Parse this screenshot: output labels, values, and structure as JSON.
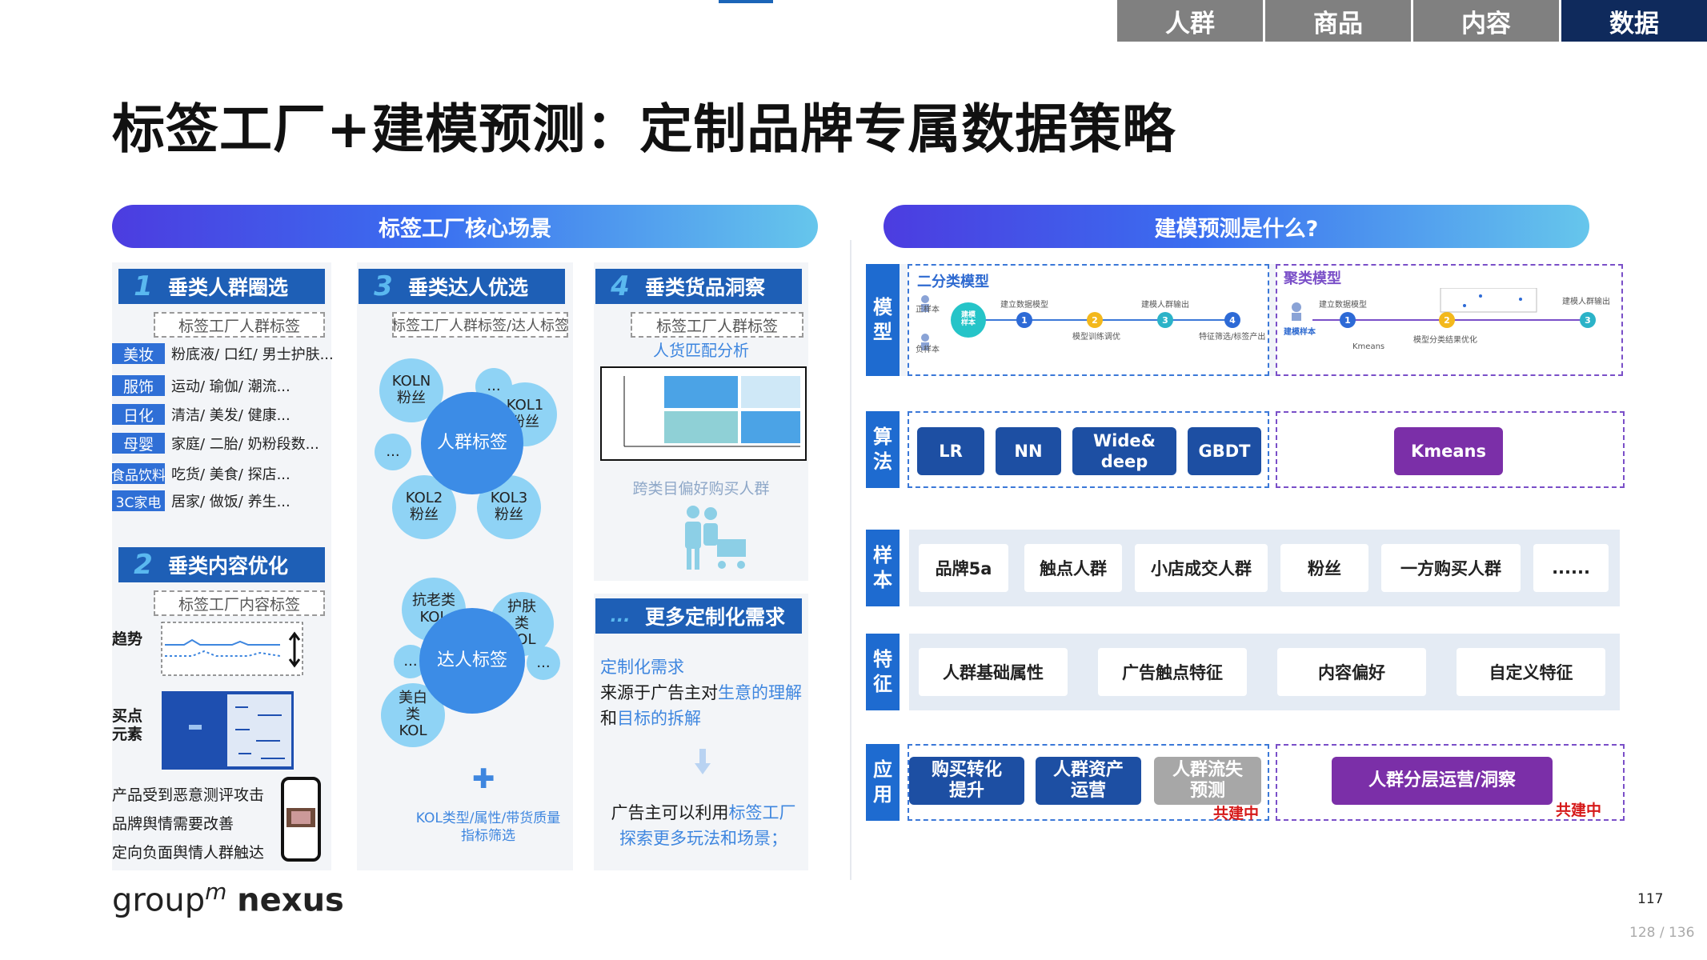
{
  "nav": {
    "tabs": [
      "人群",
      "商品",
      "内容",
      "数据"
    ],
    "active": "数据"
  },
  "title": "标签工厂+建模预测：定制品牌专属数据策略",
  "left": {
    "header": "标签工厂核心场景",
    "s1": {
      "num": "1",
      "title": "垂类人群圈选",
      "tag": "标签工厂人群标签",
      "categories": [
        {
          "tag": "美妆",
          "text": "粉底液/ 口红/ 男士护肤..."
        },
        {
          "tag": "服饰",
          "text": "运动/ 瑜伽/ 潮流..."
        },
        {
          "tag": "日化",
          "text": "清洁/ 美发/ 健康..."
        },
        {
          "tag": "母婴",
          "text": "家庭/ 二胎/ 奶粉段数..."
        },
        {
          "tag": "食品饮料",
          "text": "吃货/ 美食/ 探店..."
        },
        {
          "tag": "3C家电",
          "text": "居家/ 做饭/ 养生..."
        }
      ]
    },
    "s2": {
      "num": "2",
      "title": "垂类内容优化",
      "tag": "标签工厂内容标签",
      "trend": "趋势",
      "buy": "买点\n元素",
      "notes": [
        "产品受到恶意测评攻击",
        "品牌舆情需要改善",
        "定向负面舆情人群触达"
      ]
    },
    "s3": {
      "num": "3",
      "title": "垂类达人优选",
      "tag": "标签工厂人群标签/达人标签",
      "cluster1": {
        "center": "人群标签",
        "items": [
          "KOLN\n粉丝",
          "KOL1\n粉丝",
          "KOL2\n粉丝",
          "KOL3\n粉丝",
          "...",
          "..."
        ]
      },
      "cluster2": {
        "center": "达人标签",
        "items": [
          "抗老类\nKOL",
          "护肤\n类\nKOL",
          "美白\n类\nKOL",
          "...",
          "..."
        ]
      },
      "plus": "✚",
      "note": "KOL类型/属性/带货质量\n指标筛选"
    },
    "s4": {
      "num": "4",
      "title": "垂类货品洞察",
      "tag": "标签工厂人群标签",
      "sub": "人货匹配分析",
      "caption": "跨类目偏好购买人群"
    },
    "more": {
      "num": "...",
      "title": "更多定制化需求",
      "l1": "定制化需求",
      "l2a": "来源于广告主对",
      "l2b": "生意的理解",
      "l2c": "和",
      "l2d": "目标的拆解",
      "l3a": "广告主可以利用",
      "l3b": "标签工厂探索更多玩法和场景；"
    }
  },
  "right": {
    "header": "建模预测是什么?",
    "labels": {
      "model": "模\n型",
      "algo": "算\n法",
      "sample": "样\n本",
      "feature": "特\n征",
      "app": "应\n用"
    },
    "model": {
      "binary": {
        "title": "二分类模型",
        "pos": "正样本",
        "neg": "负样本",
        "core": "建模\n样本",
        "steps": [
          "建立数据模型",
          "模型训练调优",
          "建模人群输出",
          "特征筛选/标签产出"
        ],
        "nums": [
          "1",
          "2",
          "3",
          "4"
        ]
      },
      "cluster": {
        "title": "聚类模型",
        "core": "建模样本",
        "steps": [
          "建立数据模型",
          "模型分类结果优化",
          "建模人群输出"
        ],
        "nums": [
          "1",
          "2",
          "3"
        ],
        "kmeans": "Kmeans"
      }
    },
    "algorithms": [
      "LR",
      "NN",
      "Wide&\ndeep",
      "GBDT"
    ],
    "cluster_algo": "Kmeans",
    "samples": [
      "品牌5a",
      "触点人群",
      "小店成交人群",
      "粉丝",
      "一方购买人群",
      "......"
    ],
    "features": [
      "人群基础属性",
      "广告触点特征",
      "内容偏好",
      "自定义特征"
    ],
    "apps": [
      "购买转化\n提升",
      "人群资产\n运营",
      "人群流失\n预测"
    ],
    "cluster_app": "人群分层运营/洞察",
    "building": "共建中"
  },
  "footer": {
    "logo_a": "group",
    "logo_m": "m",
    "logo_b": "nexus",
    "page": "117",
    "counter": "128 / 136"
  }
}
